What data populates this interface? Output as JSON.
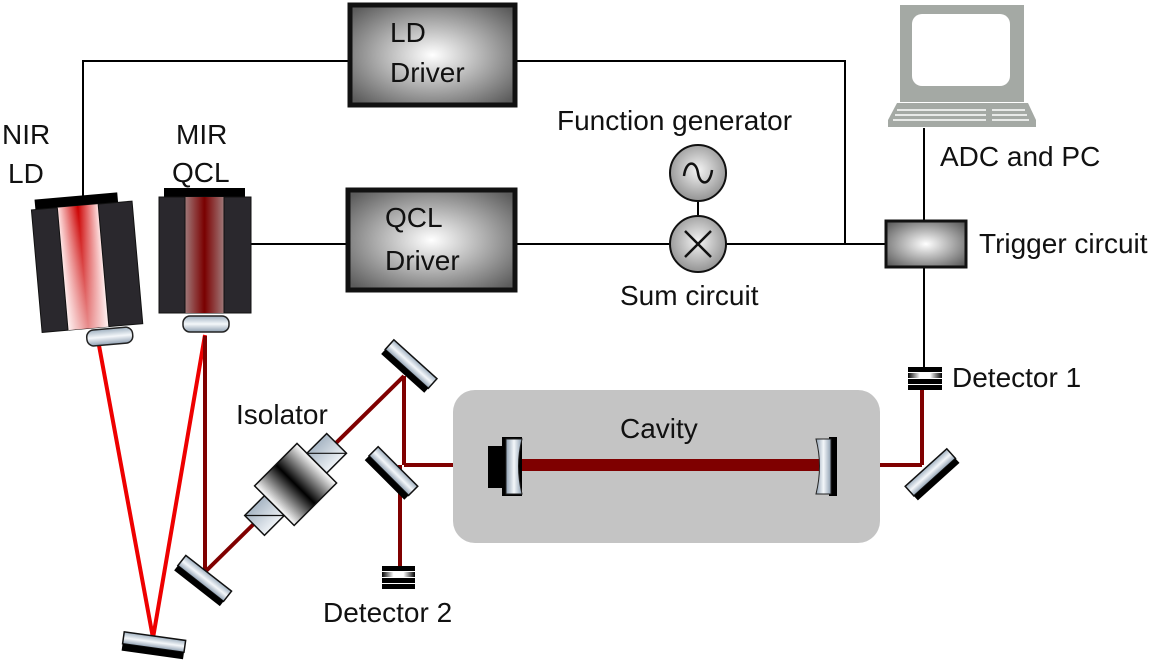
{
  "title": "Dual-laser cavity-enhanced spectroscopy experimental setup",
  "colors": {
    "nir_beam": "#ee0000",
    "mir_beam": "#800000",
    "wire": "#000000",
    "cavity_bg": "#c4c4c4",
    "computer": "#a4a9a4",
    "laser_body": "#2a282d"
  },
  "labels": {
    "nir_ld_line1": "NIR",
    "nir_ld_line2": "LD",
    "mir_qcl_line1": "MIR",
    "mir_qcl_line2": "QCL",
    "ld_driver_line1": "LD",
    "ld_driver_line2": "Driver",
    "qcl_driver_line1": "QCL",
    "qcl_driver_line2": "Driver",
    "function_generator": "Function generator",
    "sum_circuit": "Sum circuit",
    "adc_pc": "ADC and PC",
    "trigger_circuit": "Trigger circuit",
    "isolator": "Isolator",
    "cavity": "Cavity",
    "detector1": "Detector 1",
    "detector2": "Detector 2"
  },
  "icons": {
    "function_generator": "sine-wave-icon",
    "sum_circuit": "multiply-cross-icon",
    "computer": "computer-terminal-icon"
  }
}
